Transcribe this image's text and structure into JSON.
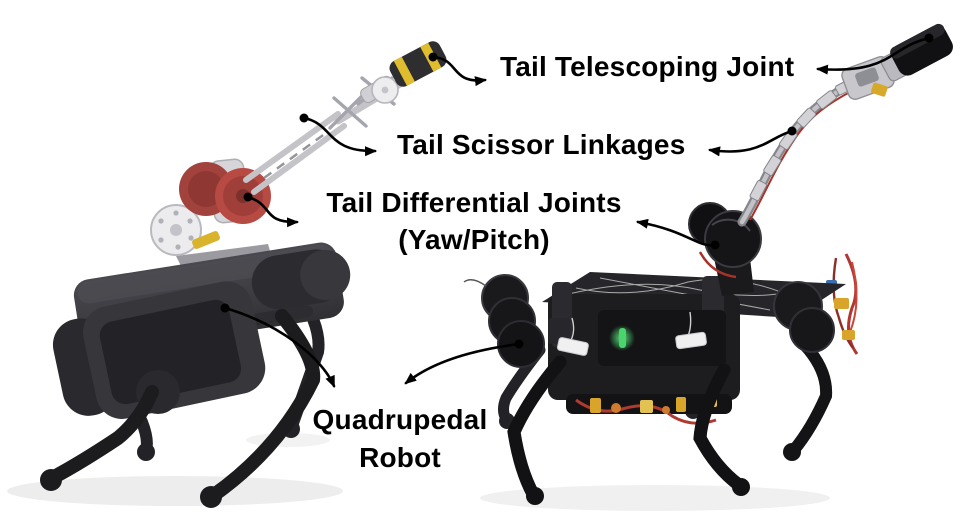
{
  "figure": {
    "background_color": "#ffffff",
    "text_color": "#000000",
    "labels": {
      "tail_telescoping_joint": "Tail Telescoping Joint",
      "tail_scissor_linkages": "Tail Scissor Linkages",
      "tail_differential_joints": "Tail Differential Joints",
      "tail_differential_joints_sub": "(Yaw/Pitch)",
      "quadrupedal": "Quadrupedal",
      "robot": "Robot"
    },
    "annotations": [
      {
        "label": "Tail Telescoping Joint",
        "targets": [
          "left robot tail tip",
          "right robot tail tip"
        ]
      },
      {
        "label": "Tail Scissor Linkages",
        "targets": [
          "left robot tail midsection",
          "right robot tail midsection"
        ]
      },
      {
        "label": "Tail Differential Joints (Yaw/Pitch)",
        "targets": [
          "left robot tail base discs",
          "right robot tail base disc"
        ]
      },
      {
        "label": "Quadrupedal Robot",
        "targets": [
          "left robot body",
          "right robot front hip"
        ]
      }
    ],
    "palette": {
      "arrow": "#000000",
      "left_robot_body_gray": "#3c3c41",
      "left_robot_legs": "#1c1c1f",
      "differential_disc_red": "#b74a42",
      "tail_silver": "#c9c9ce",
      "tail_tip_yellow": "#e0bd2e",
      "right_robot_body_black": "#1d1d20",
      "status_led_green": "#49d56b",
      "wire_red": "#b23730",
      "connector_yellow": "#d9a42a"
    }
  }
}
